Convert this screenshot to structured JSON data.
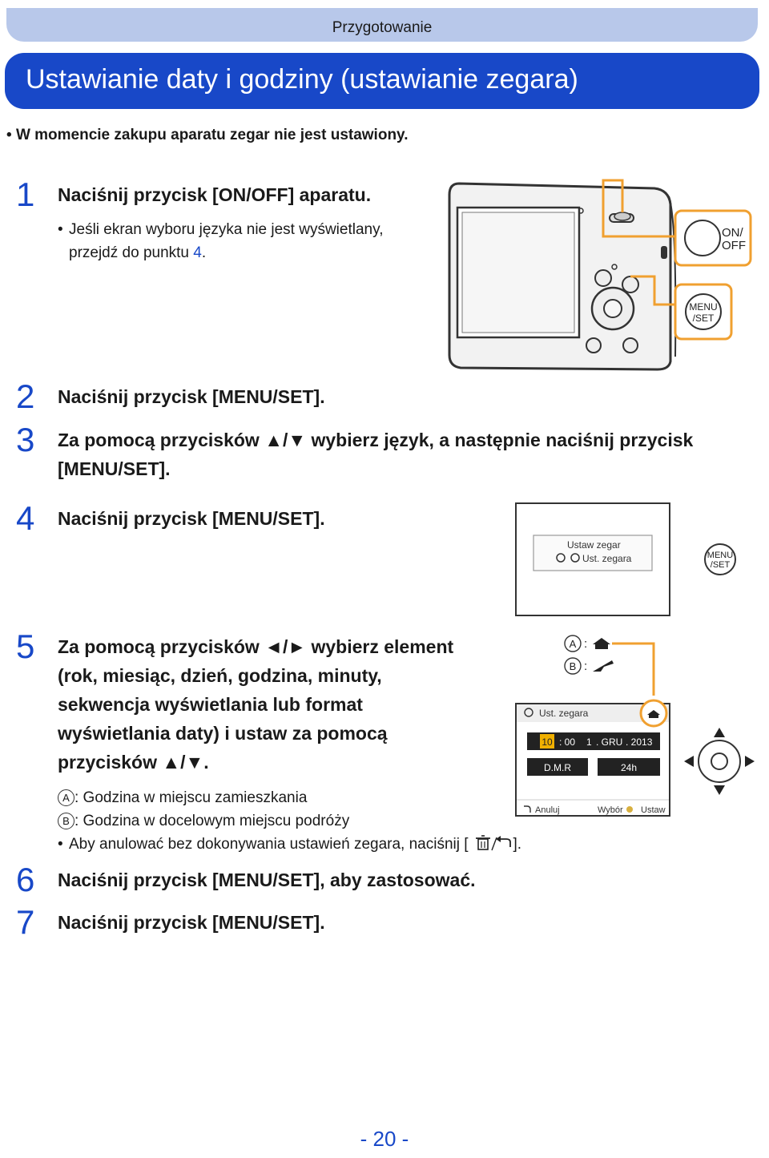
{
  "header": {
    "section": "Przygotowanie",
    "title": "Ustawianie daty i godziny (ustawianie zegara)"
  },
  "intro": "W momencie zakupu aparatu zegar nie jest ustawiony.",
  "steps": [
    {
      "num": "1",
      "text": "Naciśnij przycisk [ON/OFF] aparatu.",
      "note_prefix": "Jeśli ekran wyboru języka nie jest wyświetlany,",
      "note_line2": "przejdź do punktu ",
      "note_ref": "4",
      "note_end": "."
    },
    {
      "num": "2",
      "text": "Naciśnij przycisk [MENU/SET]."
    },
    {
      "num": "3",
      "text_line1": "Za pomocą przycisków ▲/▼ wybierz język, a następnie naciśnij przycisk",
      "text_line2": "[MENU/SET]."
    },
    {
      "num": "4",
      "text": "Naciśnij przycisk [MENU/SET]."
    },
    {
      "num": "5",
      "lines": [
        "Za pomocą przycisków ◄/► wybierz element",
        "(rok, miesiąc, dzień, godzina, minuty,",
        "sekwencja wyświetlania lub format",
        "wyświetlania daty) i ustaw za pomocą",
        "przycisków ▲/▼."
      ],
      "legend_a_letter": "A",
      "legend_a": ": Godzina w miejscu zamieszkania",
      "legend_b_letter": "B",
      "legend_b": ": Godzina w docelowym miejscu podróży",
      "cancel_note_prefix": "Aby anulować bez dokonywania ustawień zegara, naciśnij [",
      "cancel_note_suffix": "]."
    },
    {
      "num": "6",
      "text": "Naciśnij przycisk [MENU/SET], aby zastosować."
    },
    {
      "num": "7",
      "text": "Naciśnij przycisk [MENU/SET]."
    }
  ],
  "figures": {
    "camera_buttons": {
      "on_off_line1": "ON/",
      "on_off_line2": "OFF",
      "menu_line1": "MENU",
      "menu_line2": "/SET"
    },
    "screen4": {
      "title": "Ustaw zegar",
      "item": "Ust. zegara",
      "menu_line1": "MENU",
      "menu_line2": "/SET"
    },
    "screen5": {
      "title": "Ust. zegara",
      "hour": "10",
      "sep": ": 00",
      "day": "1",
      "month": ". GRU",
      "year": ". 2013",
      "order": "D.M.R",
      "format": "24h",
      "cancel": "Anuluj",
      "select": "Wybór",
      "set": "Ustaw",
      "callout_a": "A",
      "callout_b": "B"
    }
  },
  "page_number": "- 20 -"
}
